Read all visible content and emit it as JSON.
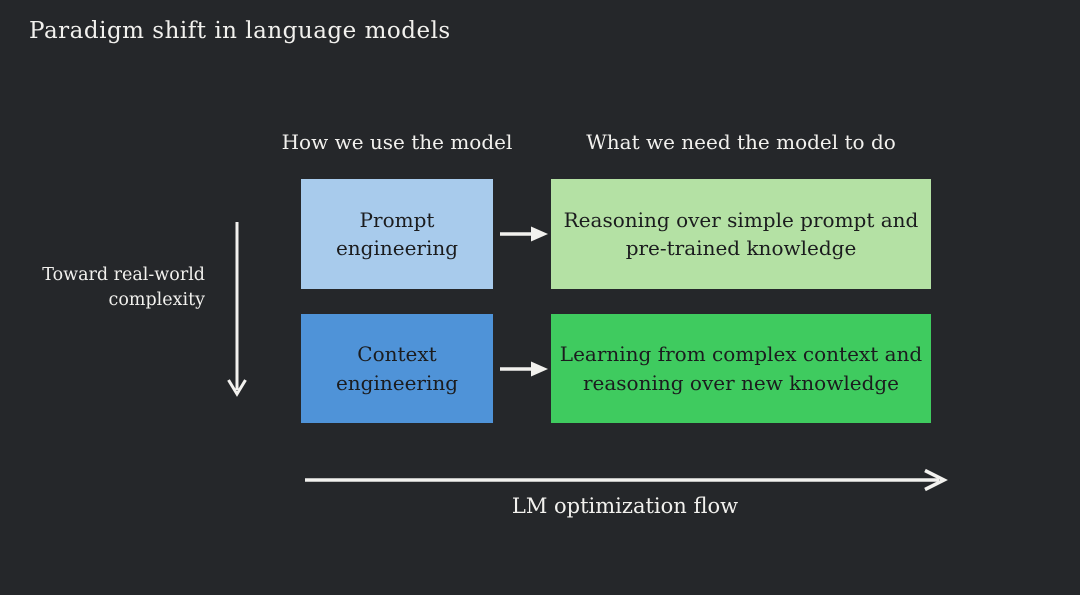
{
  "title": "Paradigm shift in language models",
  "columns": {
    "left_header": "How we use the model",
    "right_header": "What we need the model to do"
  },
  "rows": [
    {
      "use": "Prompt\nengineering",
      "need": "Reasoning over simple prompt and\npre-trained knowledge"
    },
    {
      "use": "Context\nengineering",
      "need": "Learning from complex context and\nreasoning over new knowledge"
    }
  ],
  "axes": {
    "left_label": "Toward real-world\ncomplexity",
    "bottom_label": "LM optimization flow"
  },
  "colors": {
    "background": "#25272a",
    "prompt_box": "#a8cbec",
    "context_box": "#4f93d8",
    "reasoning_box": "#b4e1a4",
    "learning_box": "#3fcb5f",
    "box_text": "#1b1c1e",
    "light_text": "#f2f1ee",
    "arrow": "#f2f1ee"
  }
}
